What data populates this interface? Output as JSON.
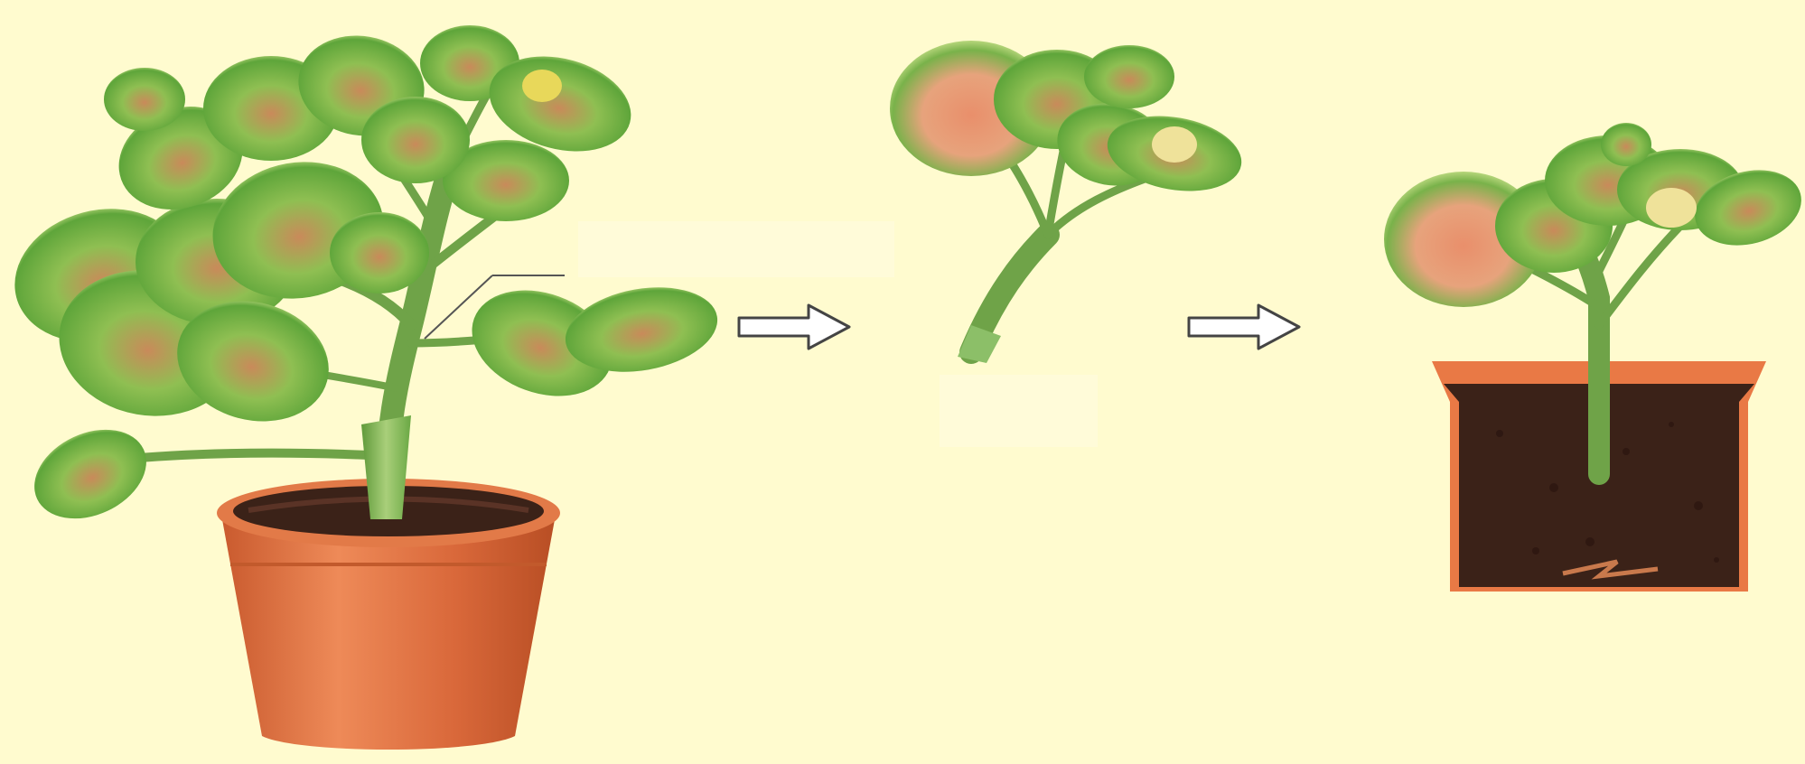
{
  "diagram": {
    "steps": [
      {
        "id": "mother-plant",
        "description_icon": "potted-geranium-icon"
      },
      {
        "id": "cutting",
        "description_icon": "stem-cutting-icon"
      },
      {
        "id": "planted-cutting",
        "description_icon": "planted-cutting-cross-section-icon"
      }
    ],
    "arrows": 2,
    "colors": {
      "background": "#fffbcf",
      "leaf": "#6cae3e",
      "leaf_light": "#b9d874",
      "leaf_blotch": "#d79a6b",
      "stem": "#7fb050",
      "pot": "#d9683a",
      "pot_dark": "#b84e24",
      "soil": "#3a2018",
      "arrow_stroke": "#444444"
    },
    "labels": []
  }
}
